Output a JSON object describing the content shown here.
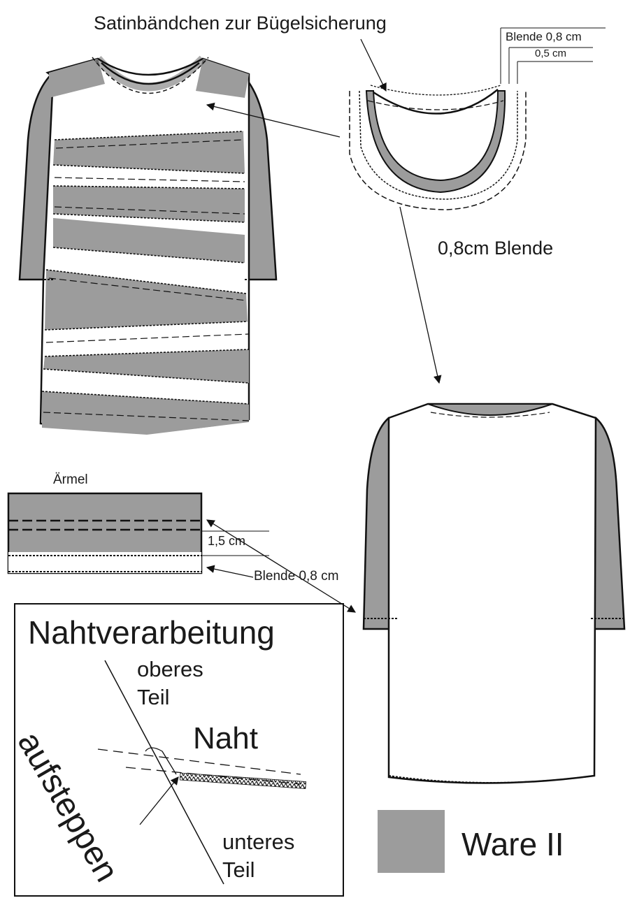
{
  "labels": {
    "satin": "Satinbändchen zur Bügelsicherung",
    "blende_08_cm": "Blende 0,8 cm",
    "mass_05_cm": "0,5 cm",
    "blende_08cm": "0,8cm Blende",
    "aermel": "Ärmel",
    "mass_15_cm": "1,5 cm",
    "aermel_blende": "Blende 0,8 cm",
    "nahtverarbeitung": "Nahtverarbeitung",
    "oberes": "oberes",
    "teil_oben": "Teil",
    "naht": "Naht",
    "aufsteppen": "aufsteppen",
    "unteres": "unteres",
    "teil_unten": "Teil",
    "ware": "Ware II"
  },
  "colors": {
    "fabric_grey": "#9c9c9c",
    "line": "#111111",
    "background": "#ffffff"
  },
  "legend": {
    "swatch_fabric": "Ware II",
    "swatch_color": "#9c9c9c"
  }
}
